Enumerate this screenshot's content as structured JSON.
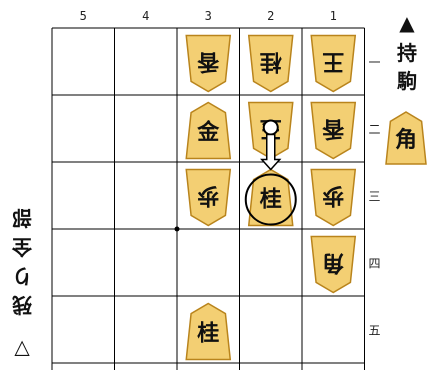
{
  "board": {
    "files": [
      "5",
      "4",
      "3",
      "2",
      "1"
    ],
    "ranks": [
      "一",
      "二",
      "三",
      "四",
      "五"
    ],
    "pieces": [
      {
        "file": "3",
        "rank": "一",
        "label": "香",
        "owner": "gote"
      },
      {
        "file": "2",
        "rank": "一",
        "label": "桂",
        "owner": "gote"
      },
      {
        "file": "1",
        "rank": "一",
        "label": "王",
        "owner": "gote"
      },
      {
        "file": "3",
        "rank": "二",
        "label": "金",
        "owner": "sente"
      },
      {
        "file": "2",
        "rank": "二",
        "label": "玉",
        "owner": "gote"
      },
      {
        "file": "1",
        "rank": "二",
        "label": "香",
        "owner": "gote"
      },
      {
        "file": "3",
        "rank": "三",
        "label": "歩",
        "owner": "gote"
      },
      {
        "file": "2",
        "rank": "三",
        "label": "桂",
        "owner": "sente",
        "highlighted": true
      },
      {
        "file": "1",
        "rank": "三",
        "label": "歩",
        "owner": "gote"
      },
      {
        "file": "1",
        "rank": "四",
        "label": "角",
        "owner": "gote"
      },
      {
        "file": "3",
        "rank": "五",
        "label": "桂",
        "owner": "sente"
      }
    ],
    "last_move": {
      "from_file": "2",
      "from_rank": "二",
      "to_file": "2",
      "to_rank": "三"
    }
  },
  "sente_hand": {
    "marker": "▲",
    "label": "持駒",
    "pieces": [
      "角"
    ]
  },
  "gote_hand": {
    "marker": "▽",
    "label": "残り全部"
  },
  "colors": {
    "piece_fill": "#f3cf73",
    "piece_stroke": "#b9841c",
    "grid": "#000000",
    "highlight_circle": "#000000"
  }
}
